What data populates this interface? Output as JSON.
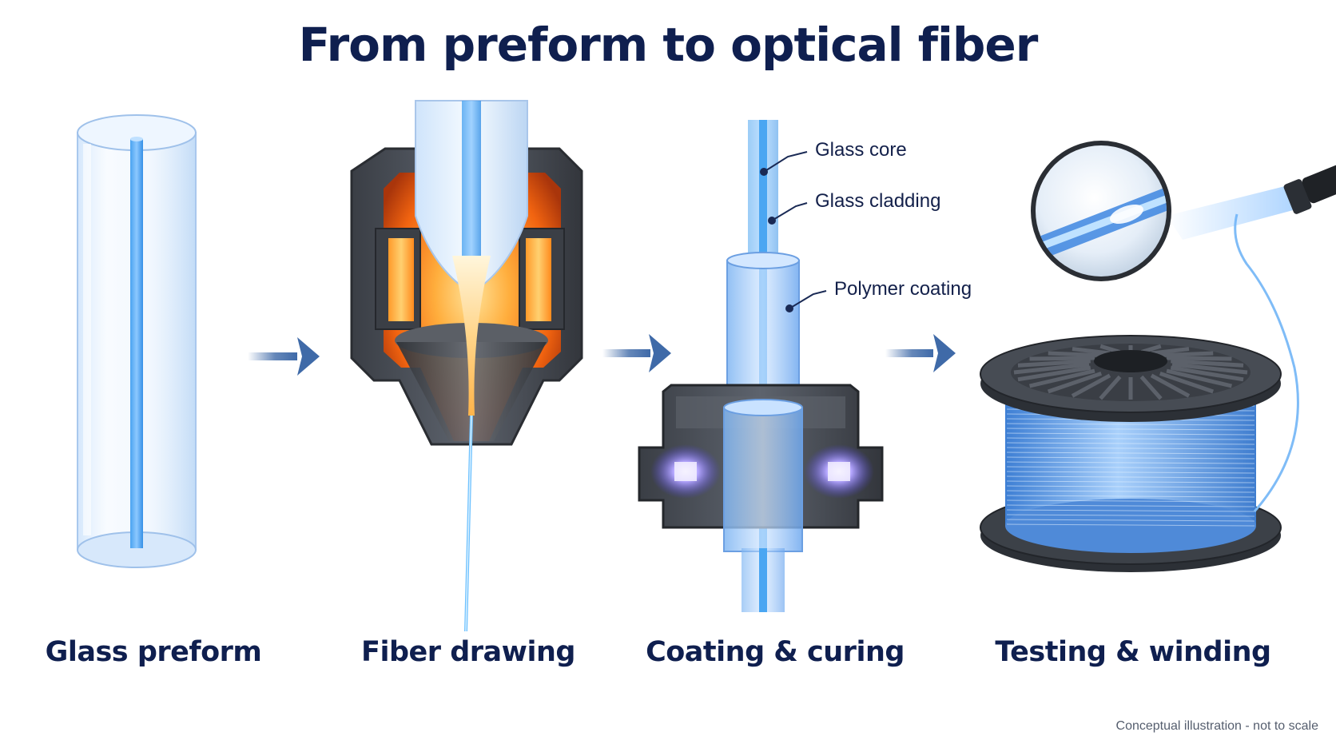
{
  "title": "From preform to optical fiber",
  "steps": [
    {
      "label": "Glass preform",
      "icon": "glass-preform-icon"
    },
    {
      "label": "Fiber drawing",
      "icon": "draw-furnace-icon"
    },
    {
      "label": "Coating & curing",
      "icon": "coating-die-icon"
    },
    {
      "label": "Testing & winding",
      "icon": "fiber-spool-icon"
    }
  ],
  "callouts": {
    "core": "Glass core",
    "cladding": "Glass cladding",
    "coating": "Polymer coating"
  },
  "footnote": "Conceptual illustration - not to scale",
  "colors": {
    "title": "#0f1f4f",
    "fiber_blue": "#3d9be8",
    "furnace_glow": "#ff7a1a",
    "uv_glow": "#6a5cff",
    "housing": "#4a4f58",
    "arrow": "#3f6aa8"
  }
}
